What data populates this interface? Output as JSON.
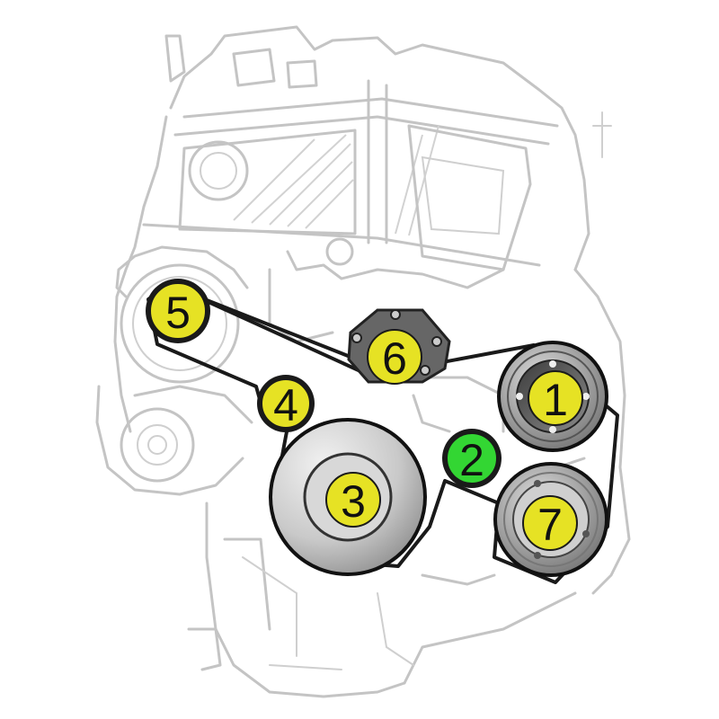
{
  "colors": {
    "label_fill": "#e6e224",
    "highlight_fill": "#33d633",
    "belt": "#1a1a1a",
    "engine_outline": "#c4c4c4"
  },
  "pulleys": [
    {
      "id": "pulley-1",
      "label": "1",
      "fill": "label_fill"
    },
    {
      "id": "pulley-2",
      "label": "2",
      "fill": "highlight_fill"
    },
    {
      "id": "pulley-3",
      "label": "3",
      "fill": "label_fill"
    },
    {
      "id": "pulley-4",
      "label": "4",
      "fill": "label_fill"
    },
    {
      "id": "pulley-5",
      "label": "5",
      "fill": "label_fill"
    },
    {
      "id": "pulley-6",
      "label": "6",
      "fill": "label_fill"
    },
    {
      "id": "pulley-7",
      "label": "7",
      "fill": "label_fill"
    }
  ]
}
